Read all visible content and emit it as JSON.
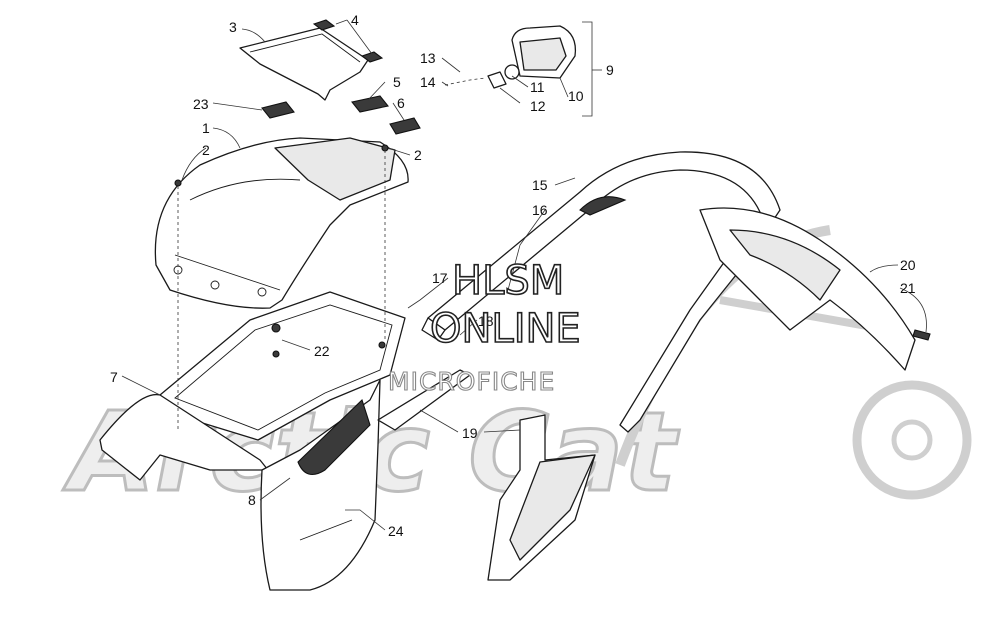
{
  "watermark": {
    "line1": "HLSM",
    "line2": "ONLINE",
    "line3": "MICROFICHE",
    "background_logo": "Arctic Cat"
  },
  "callouts": [
    {
      "id": "c1",
      "label": "1"
    },
    {
      "id": "c2a",
      "label": "2"
    },
    {
      "id": "c2b",
      "label": "2"
    },
    {
      "id": "c3",
      "label": "3"
    },
    {
      "id": "c4",
      "label": "4"
    },
    {
      "id": "c5",
      "label": "5"
    },
    {
      "id": "c6",
      "label": "6"
    },
    {
      "id": "c7",
      "label": "7"
    },
    {
      "id": "c8",
      "label": "8"
    },
    {
      "id": "c9",
      "label": "9"
    },
    {
      "id": "c10",
      "label": "10"
    },
    {
      "id": "c11",
      "label": "11"
    },
    {
      "id": "c12",
      "label": "12"
    },
    {
      "id": "c13",
      "label": "13"
    },
    {
      "id": "c14",
      "label": "14"
    },
    {
      "id": "c15",
      "label": "15"
    },
    {
      "id": "c16",
      "label": "16"
    },
    {
      "id": "c17",
      "label": "17"
    },
    {
      "id": "c18",
      "label": "18"
    },
    {
      "id": "c19",
      "label": "19"
    },
    {
      "id": "c20",
      "label": "20"
    },
    {
      "id": "c21",
      "label": "21"
    },
    {
      "id": "c22",
      "label": "22"
    },
    {
      "id": "c23",
      "label": "23"
    },
    {
      "id": "c24",
      "label": "24"
    }
  ],
  "colors": {
    "line": "#1a1a1a",
    "fill": "#ffffff",
    "shade": "#e9e9e9",
    "watermark_bg": "#eeeeee"
  }
}
